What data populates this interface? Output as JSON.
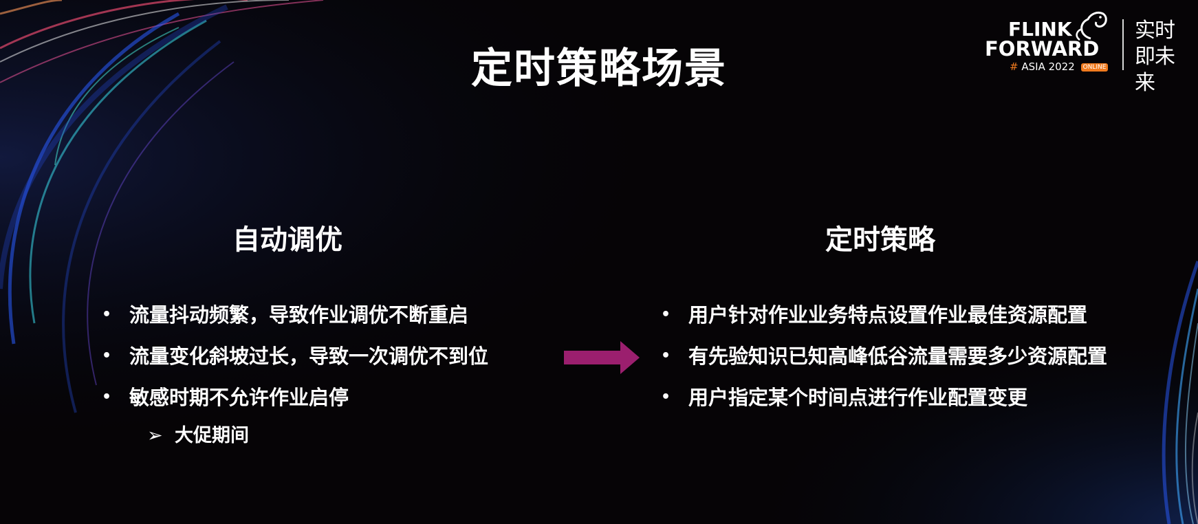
{
  "slide": {
    "title": "定时策略场景",
    "logo": {
      "line1": "FLINK",
      "line2": "FORWARD",
      "hash": "#",
      "event": "ASIA 2022",
      "badge": "ONLINE",
      "tagline": "实时即未来"
    },
    "left": {
      "heading": "自动调优",
      "bullets": [
        "流量抖动频繁，导致作业调优不断重启",
        "流量变化斜坡过长，导致一次调优不到位",
        "敏感时期不允许作业启停"
      ],
      "sub_bullets": [
        "大促期间"
      ]
    },
    "right": {
      "heading": "定时策略",
      "bullets": [
        "用户针对作业业务特点设置作业最佳资源配置",
        "有先验知识已知高峰低谷流量需要多少资源配置",
        "用户指定某个时间点进行作业配置变更"
      ]
    },
    "colors": {
      "background": "#060406",
      "arrow": "#9b1f6e",
      "accent": "#f07a1e"
    },
    "icons": {
      "bullet": "•",
      "sub_bullet": "➢"
    }
  }
}
